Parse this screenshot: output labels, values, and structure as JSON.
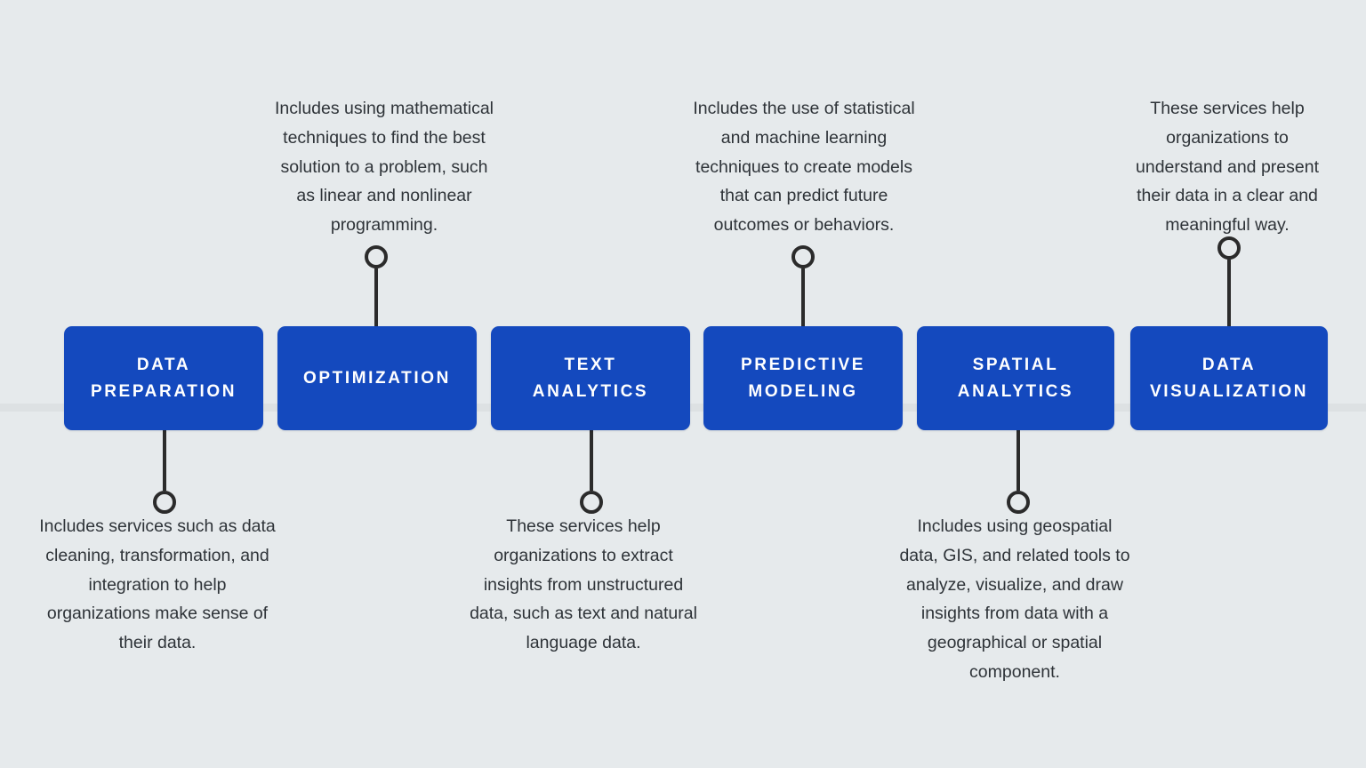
{
  "page": {
    "background_color": "#e6eaec",
    "accent_color": "#1449be",
    "text_color": "#2e3338",
    "connector_color": "#2b2b2b"
  },
  "nodes": [
    {
      "id": "data-preparation",
      "label": "DATA\nPREPARATION",
      "description": "Includes services such as data\ncleaning, transformation, and\nintegration to help\norganizations make sense of\ntheir data.",
      "description_position": "below"
    },
    {
      "id": "optimization",
      "label": "OPTIMIZATION",
      "description": "Includes using mathematical\ntechniques to find the best\nsolution to a problem, such\nas linear and nonlinear\nprogramming.",
      "description_position": "above"
    },
    {
      "id": "text-analytics",
      "label": "TEXT\nANALYTICS",
      "description": "These services help\norganizations to extract\ninsights from unstructured\ndata, such as text and natural\nlanguage data.",
      "description_position": "below"
    },
    {
      "id": "predictive-modeling",
      "label": "PREDICTIVE\nMODELING",
      "description": "Includes the use of statistical\nand machine learning\ntechniques to create models\nthat can predict future\noutcomes or behaviors.",
      "description_position": "above"
    },
    {
      "id": "spatial-analytics",
      "label": "SPATIAL\nANALYTICS",
      "description": "Includes using geospatial\ndata, GIS, and related tools to\nanalyze, visualize, and draw\ninsights from data with a\ngeographical or spatial\ncomponent.",
      "description_position": "below"
    },
    {
      "id": "data-visualization",
      "label": "DATA\nVISUALIZATION",
      "description": "These services help\norganizations to\nunderstand and present\ntheir data in a clear and\nmeaningful way.",
      "description_position": "above"
    }
  ]
}
